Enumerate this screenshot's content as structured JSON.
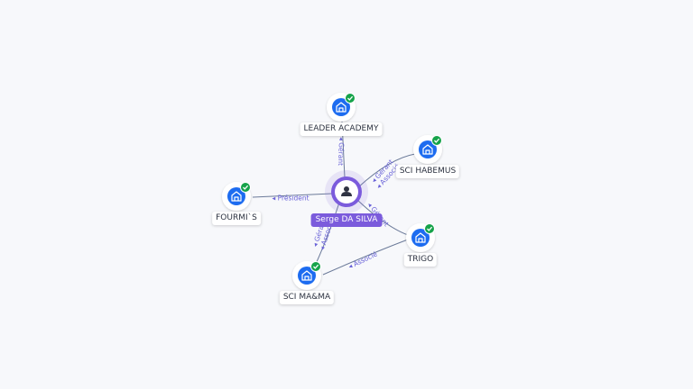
{
  "accent_color": "#7b5bdc",
  "company_icon_color": "#1d6cf0",
  "check_color": "#16a34a",
  "person": {
    "name": "Serge DA SILVA",
    "icon": "user-icon"
  },
  "companies": [
    {
      "id": "leader-academy",
      "name": "LEADER ACADEMY",
      "icon": "building-icon",
      "verified": true
    },
    {
      "id": "sci-habemus",
      "name": "SCI HABEMUS",
      "icon": "building-icon",
      "verified": true
    },
    {
      "id": "fourmis",
      "name": "FOURMI`S",
      "icon": "building-icon",
      "verified": true
    },
    {
      "id": "trigo",
      "name": "TRIGO",
      "icon": "building-icon",
      "verified": true
    },
    {
      "id": "sci-mama",
      "name": "SCI MA&MA",
      "icon": "building-icon",
      "verified": true
    }
  ],
  "relations": [
    {
      "to": "leader-academy",
      "roles": [
        "Gérant"
      ]
    },
    {
      "to": "sci-habemus",
      "roles": [
        "Gérant",
        "Associé"
      ]
    },
    {
      "to": "fourmis",
      "roles": [
        "Président"
      ]
    },
    {
      "to": "trigo",
      "roles": [
        "Gérant"
      ]
    },
    {
      "to": "sci-mama",
      "roles": [
        "Gérant",
        "Associé"
      ]
    }
  ],
  "company_links": [
    {
      "from": "sci-mama",
      "to": "trigo",
      "roles": [
        "Associé"
      ]
    }
  ]
}
